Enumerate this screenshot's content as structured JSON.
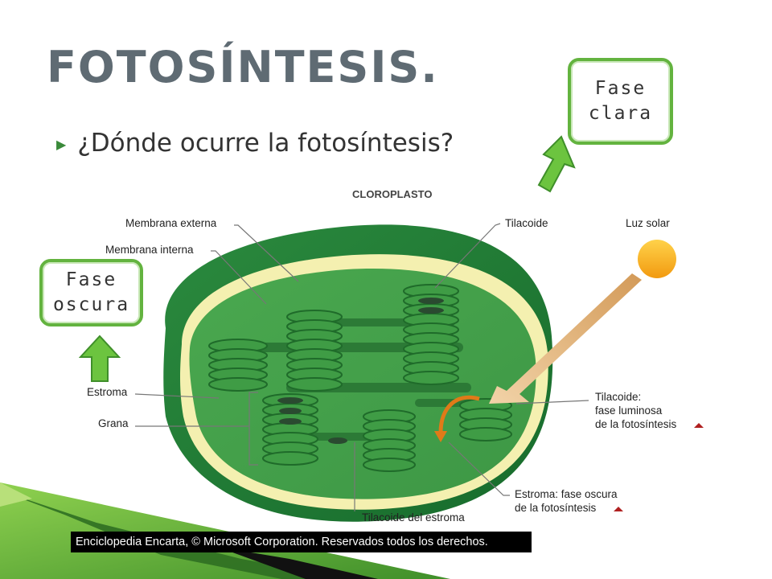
{
  "slide": {
    "title": "FOTOSÍNTESIS.",
    "bullet": "¿Dónde ocurre la fotosíntesis?"
  },
  "callouts": {
    "clara": "Fase\nclara",
    "oscura": "Fase\noscura"
  },
  "diagram": {
    "heading": "CLOROPLASTO",
    "labels": {
      "membrana_externa": "Membrana externa",
      "membrana_interna": "Membrana interna",
      "tilacoide": "Tilacoide",
      "luz_solar": "Luz solar",
      "estroma": "Estroma",
      "grana": "Grana",
      "tilacoide_fase_1": "Tilacoide:",
      "tilacoide_fase_2": "fase luminosa",
      "tilacoide_fase_3": "de la fotosíntesis",
      "estroma_fase_1": "Estroma: fase oscura",
      "estroma_fase_2": "de la fotosíntesis",
      "tilacoide_estroma": "Tilacoide del estroma"
    },
    "credit": "Enciclopedia Encarta, © Microsoft Corporation. Reservados todos los derechos."
  },
  "colors": {
    "title": "#5f6b73",
    "callout_border": "#63b33f",
    "arrow_green": "#6cc43f",
    "chloroplast_dark": "#1f7a35",
    "chloroplast_light": "#f4f0b0",
    "stroma": "#3f9a4a",
    "sun": "#f5b21b"
  }
}
